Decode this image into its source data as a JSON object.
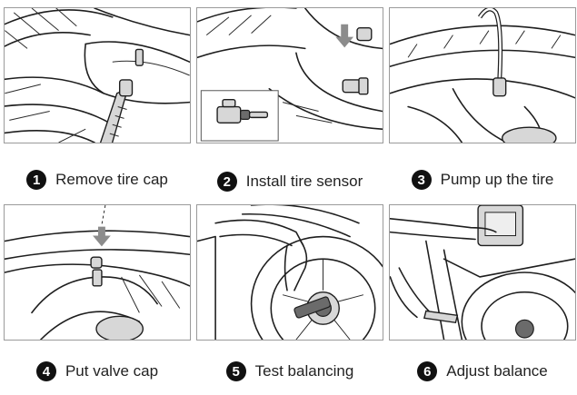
{
  "steps": [
    {
      "number": "1",
      "label": "Remove tire cap"
    },
    {
      "number": "2",
      "label": "Install tire sensor"
    },
    {
      "number": "3",
      "label": "Pump up the tire"
    },
    {
      "number": "4",
      "label": "Put valve cap"
    },
    {
      "number": "5",
      "label": "Test balancing"
    },
    {
      "number": "6",
      "label": "Adjust balance"
    }
  ]
}
